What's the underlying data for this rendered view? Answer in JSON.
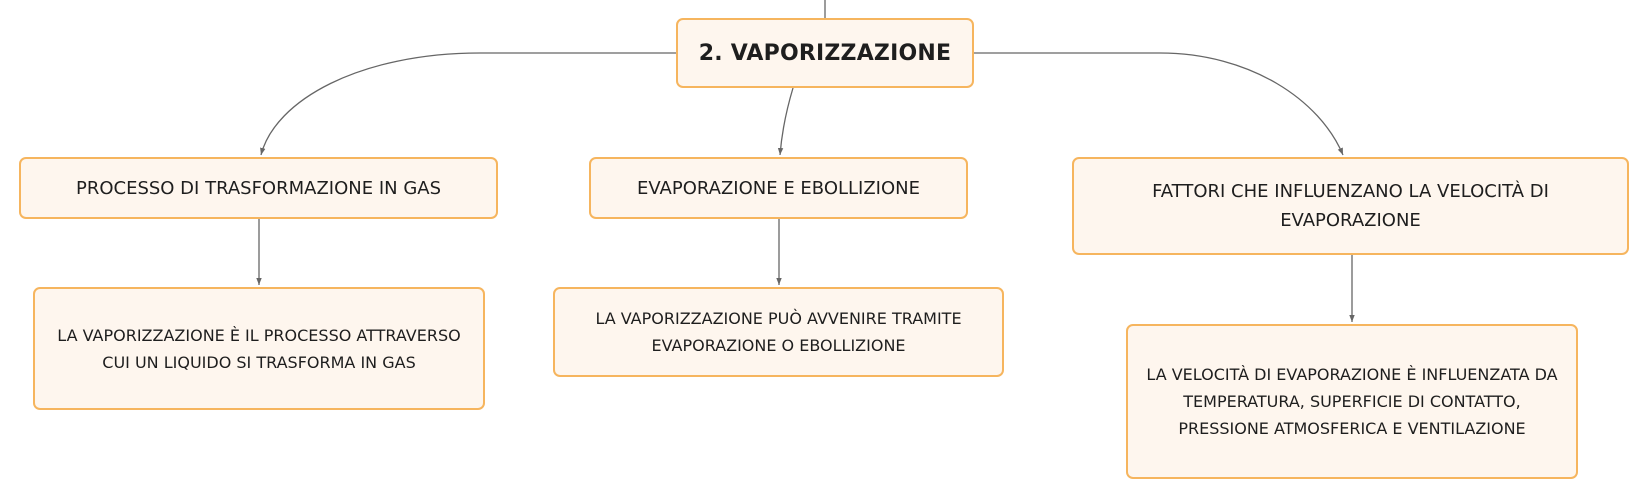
{
  "diagram": {
    "root": {
      "label": "2. VAPORIZZAZIONE"
    },
    "branches": [
      {
        "label": "PROCESSO DI TRASFORMAZIONE IN GAS",
        "detail": "LA VAPORIZZAZIONE È IL PROCESSO ATTRAVERSO CUI UN LIQUIDO SI TRASFORMA IN GAS"
      },
      {
        "label": "EVAPORAZIONE E EBOLLIZIONE",
        "detail": "LA VAPORIZZAZIONE PUÒ AVVENIRE TRAMITE EVAPORAZIONE O EBOLLIZIONE"
      },
      {
        "label": "FATTORI CHE INFLUENZANO LA VELOCITÀ DI EVAPORAZIONE",
        "detail": "LA VELOCITÀ DI EVAPORAZIONE È INFLUENZATA DA TEMPERATURA, SUPERFICIE DI CONTATTO, PRESSIONE ATMOSFERICA E VENTILAZIONE"
      }
    ],
    "colors": {
      "node_fill": "#fef6ee",
      "node_border": "#f6b55e",
      "connector": "#555555",
      "text": "#1e1e1e"
    }
  }
}
